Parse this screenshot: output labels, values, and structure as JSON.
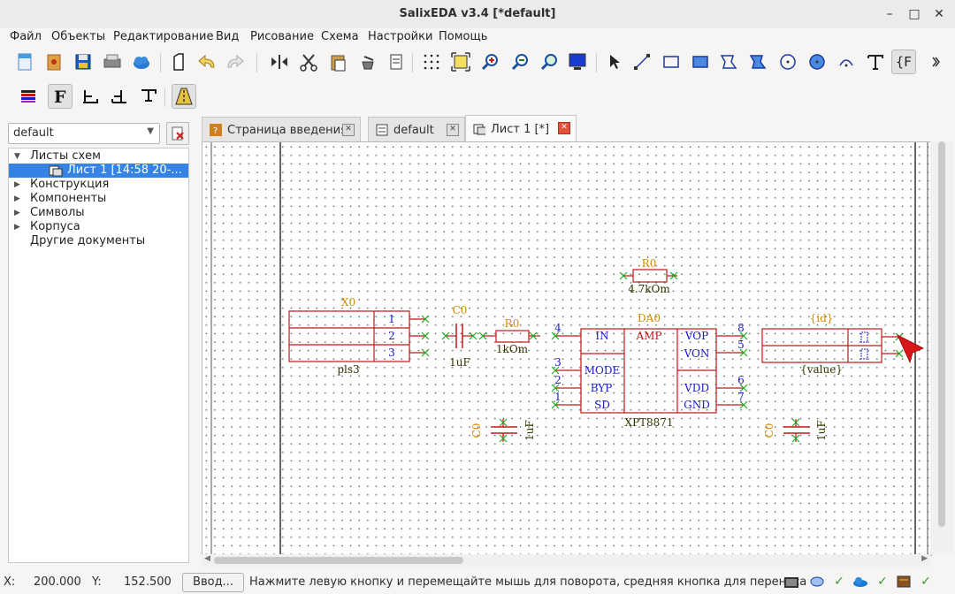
{
  "window": {
    "title": "SalixEDA v3.4 [*default]"
  },
  "menu": [
    "Файл",
    "Объекты",
    "Редактирование",
    "Вид",
    "Рисование",
    "Схема",
    "Настройки",
    "Помощь"
  ],
  "left_panel": {
    "project_combo": "default",
    "tree": [
      {
        "label": "Листы схем",
        "expanded": true
      },
      {
        "label": "Лист 1 [14:58 20-...",
        "selected": true
      },
      {
        "label": "Конструкция"
      },
      {
        "label": "Компоненты"
      },
      {
        "label": "Символы"
      },
      {
        "label": "Корпуса"
      },
      {
        "label": "Другие документы"
      }
    ]
  },
  "tabs": [
    {
      "label": "Страница введения"
    },
    {
      "label": "default"
    },
    {
      "label": "Лист 1 [*]",
      "active": true
    }
  ],
  "schematic": {
    "connector_left": {
      "ref": "X0",
      "name": "pls3",
      "pins": [
        "1",
        "2",
        "3"
      ]
    },
    "cap_series": {
      "ref": "C0",
      "value": "1uF"
    },
    "res_series": {
      "ref": "R0",
      "value": "1kOm"
    },
    "res_top": {
      "ref": "R0",
      "value": "4.7kOm"
    },
    "amp": {
      "ref": "DA0",
      "title": "AMP",
      "name": "XPT8871",
      "left_pins": [
        {
          "num": "4",
          "name": "IN"
        },
        {
          "num": "3",
          "name": "MODE"
        },
        {
          "num": "2",
          "name": "BYP"
        },
        {
          "num": "1",
          "name": "SD"
        }
      ],
      "right_pins": [
        {
          "num": "8",
          "name": "VOP"
        },
        {
          "num": "5",
          "name": "VON"
        },
        {
          "num": "6",
          "name": "VDD"
        },
        {
          "num": "7",
          "name": "GND"
        }
      ]
    },
    "cap_bottom_left": {
      "ref": "C0",
      "value": "1uF"
    },
    "cap_bottom_right": {
      "ref": "C0",
      "value": "1uF"
    },
    "connector_right": {
      "ref": "{id}",
      "value": "{value}"
    },
    "colors": {
      "part": "#c01818",
      "ref": "#d58a00",
      "value": "#333300",
      "pin_num": "#1a1acc",
      "wire_end": "#22aa22"
    }
  },
  "status": {
    "x_label": "X:",
    "x_value": "200.000",
    "y_label": "Y:",
    "y_value": "152.500",
    "input_button": "Ввод...",
    "message": "Нажмите левую кнопку и перемещайте мышь для поворота, средняя кнопка для переноса"
  }
}
